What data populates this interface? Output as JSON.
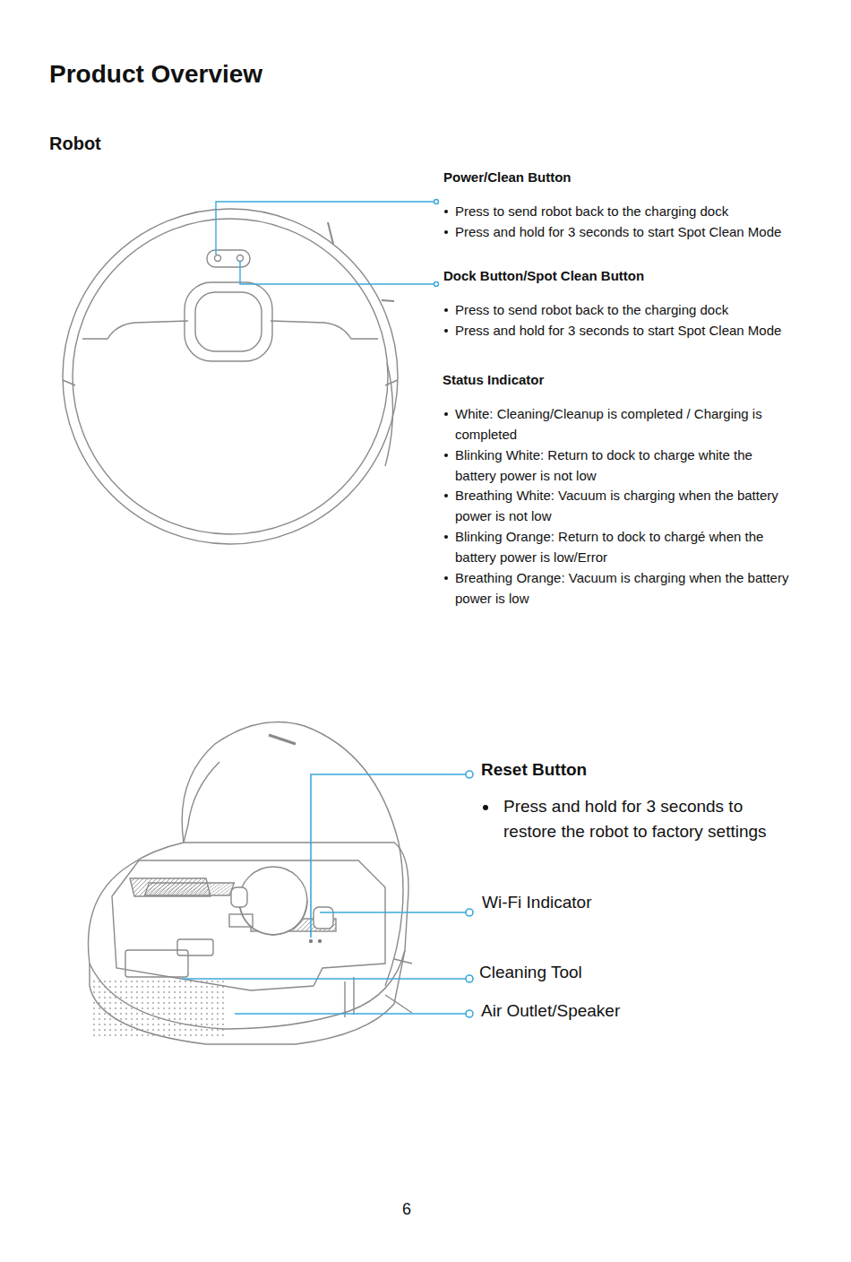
{
  "diagram": {
    "title": "Product Overview",
    "labels": [
      "Robot",
      "Power/Clean Button",
      "Press to send robot back to the charging dock",
      "Press and hold for 3 seconds to start Spot Clean Mode",
      "Dock Button/Spot Clean Button",
      "Press to send robot back to the charging dock",
      "Press and hold for 3 seconds to start Spot Clean Mode",
      "Status Indicator",
      "White: Cleaning/Cleanup is completed / Charging is completed",
      "Blinking White: Return to dock to charge white the battery power is not low",
      "Breathing White: Vacuum is charging when the battery power is not low",
      "Blinking Orange: Return to dock to chargé when the battery power is low/Error",
      "Breathing Orange: Vacuum is charging when the battery power is low",
      "Reset Button",
      "Press and hold for 3 seconds to restore the robot to factory settings",
      "Wi-Fi Indicator",
      "Cleaning Tool",
      "Air Outlet/Speaker",
      "6"
    ]
  }
}
